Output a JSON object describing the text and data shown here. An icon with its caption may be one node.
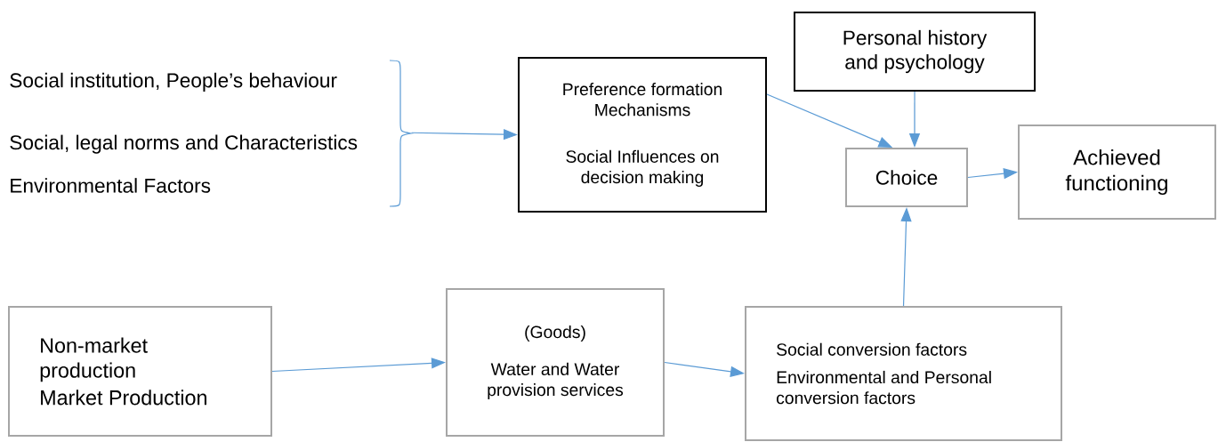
{
  "diagram": {
    "nodes": [
      {
        "text": [
          "Social institution, People’s behaviour",
          "Social, legal norms and Characteristics",
          "Environmental Factors"
        ]
      },
      {
        "text": [
          "Preference formation Mechanisms",
          "Social Influences on decision making"
        ]
      },
      {
        "text": [
          "Personal history and psychology"
        ]
      },
      {
        "text": [
          "Choice"
        ]
      },
      {
        "text": [
          "Achieved functioning"
        ]
      },
      {
        "text": [
          "Non-market production",
          "Market Production"
        ]
      },
      {
        "text": [
          "(Goods)",
          "Water and Water provision services"
        ]
      },
      {
        "text": [
          "Social conversion factors",
          "Environmental and Personal conversion factors"
        ]
      }
    ],
    "edges": [
      {
        "from": 0,
        "to": 1,
        "arrow": "to"
      },
      {
        "from": 1,
        "to": 3,
        "arrow": "to"
      },
      {
        "from": 2,
        "to": 3,
        "arrow": "to"
      },
      {
        "from": 3,
        "to": 4,
        "arrow": "to"
      },
      {
        "from": 5,
        "to": 6,
        "arrow": "to"
      },
      {
        "from": 6,
        "to": 7,
        "arrow": "to"
      },
      {
        "from": 7,
        "to": 3,
        "arrow": "to"
      }
    ]
  }
}
